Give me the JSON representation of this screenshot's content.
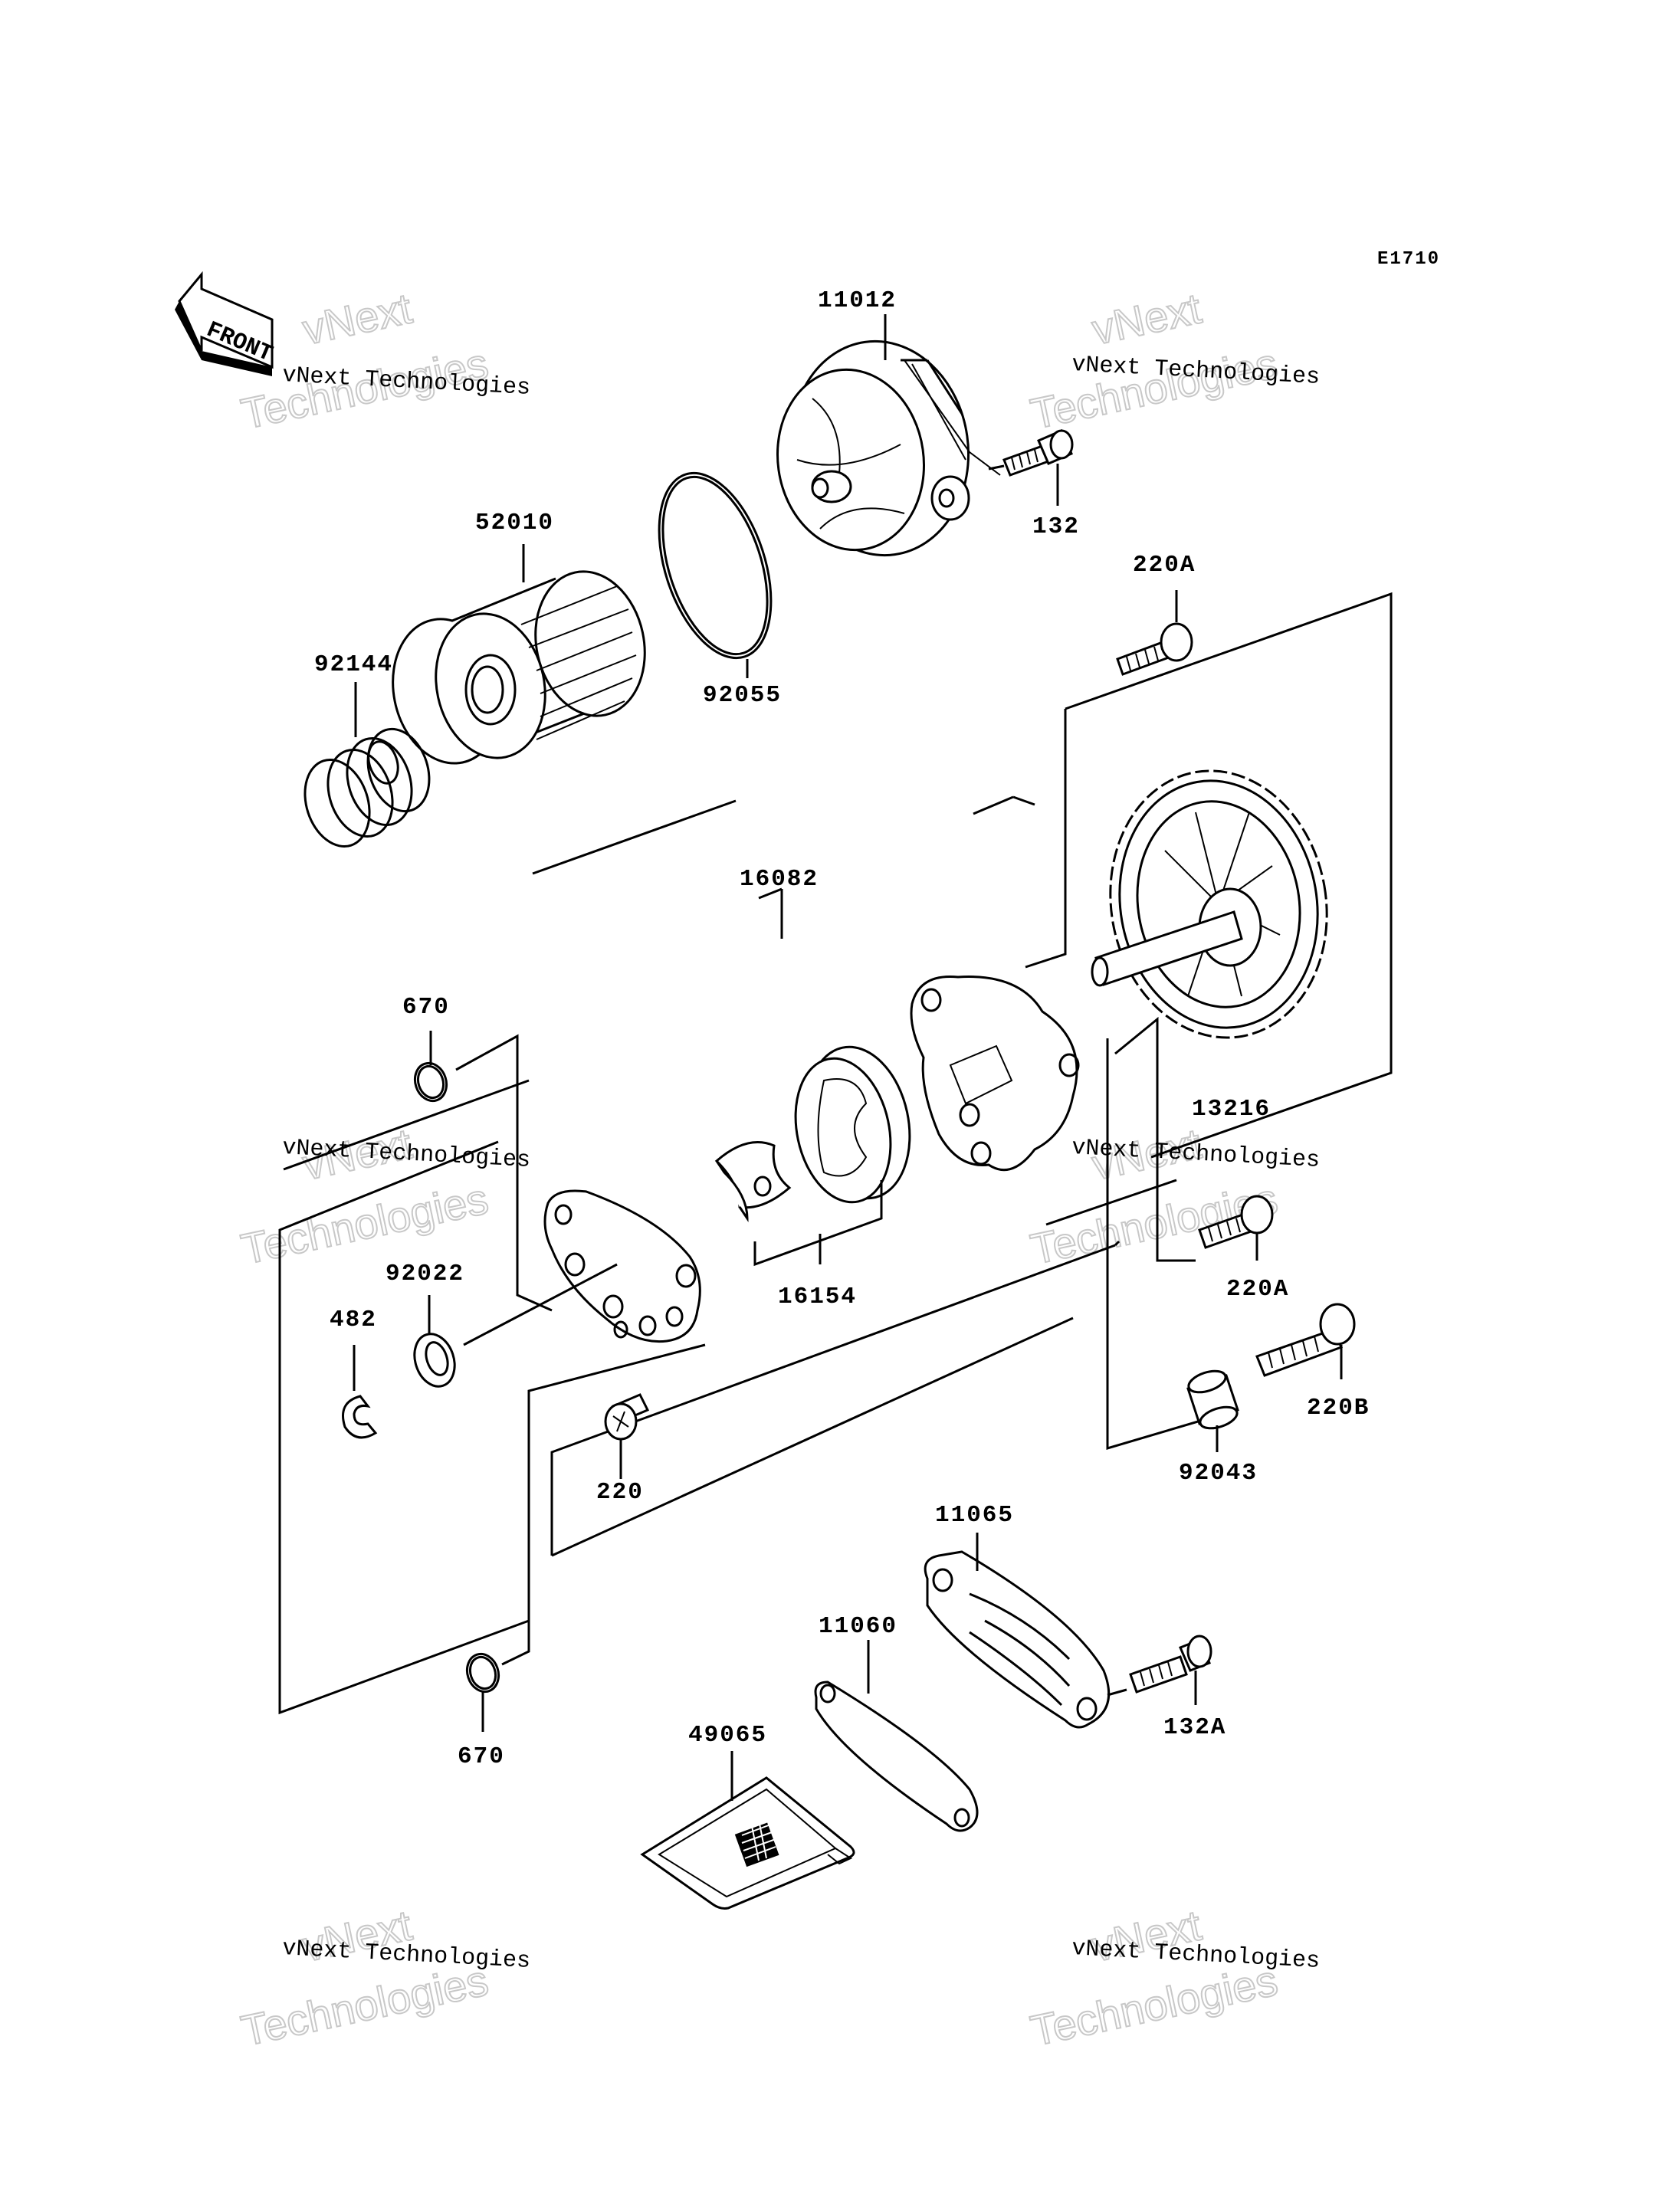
{
  "diagram_code": "E1710",
  "front_label": "FRONT",
  "parts": {
    "p11012": "11012",
    "p132": "132",
    "p52010": "52010",
    "p92055": "92055",
    "p92144": "92144",
    "p220A_top": "220A",
    "p16082": "16082",
    "p670_top": "670",
    "p13216": "13216",
    "p92022": "92022",
    "p482": "482",
    "p16154": "16154",
    "p220A_right": "220A",
    "p220B": "220B",
    "p220": "220",
    "p92043": "92043",
    "p11065": "11065",
    "p11060": "11060",
    "p132A": "132A",
    "p49065": "49065",
    "p670_bottom": "670"
  },
  "watermark": {
    "brand": "vNext Technologies",
    "word1": "vNext",
    "word2": "Technologies"
  }
}
